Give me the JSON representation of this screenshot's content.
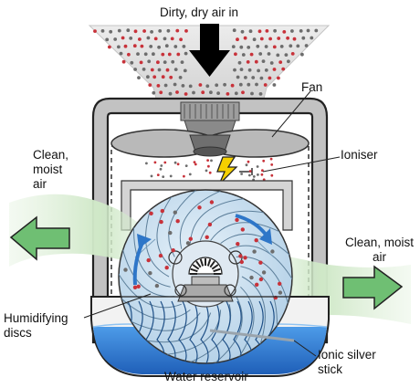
{
  "labels": {
    "top": "Dirty, dry air in",
    "fan": "Fan",
    "ioniser": "Ioniser",
    "left_out": "Clean,\nmoist\nair",
    "right_out": "Clean, moist\nair",
    "discs": "Humidifying\ndiscs",
    "silver": "Ionic silver\nstick",
    "reservoir": "Water reservoir"
  },
  "colors": {
    "green_arrow": "#6fbf73",
    "green_flow": "#cfe8c7",
    "water": "#2f7fd6",
    "drum": "#cfe3f2",
    "housing": "#b8b8b8",
    "particle_red": "#c8323a",
    "particle_gray": "#6d6d6d",
    "spark": "#f5d000"
  }
}
